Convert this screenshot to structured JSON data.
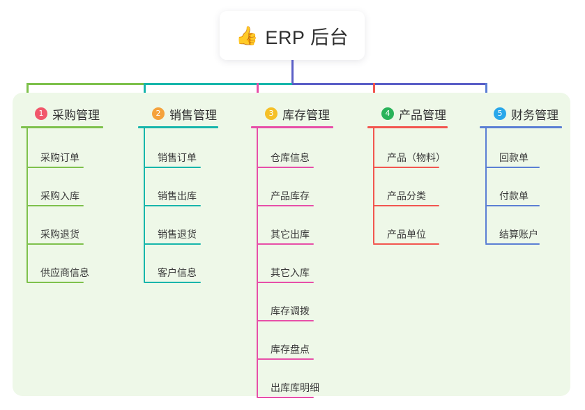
{
  "root": {
    "icon": "thumbs-up-icon",
    "icon_glyph": "👍",
    "title": "ERP 后台"
  },
  "theme": {
    "panel_bg": "#eef8e8",
    "page_bg": "#ffffff",
    "trunk": "#5b5fc7",
    "text": "#3a3a3a"
  },
  "columns": [
    {
      "number": "1",
      "title": "采购管理",
      "badge_color": "#f1576b",
      "line_color": "#7ec14c",
      "items": [
        "采购订单",
        "采购入库",
        "采购退货",
        "供应商信息"
      ]
    },
    {
      "number": "2",
      "title": "销售管理",
      "badge_color": "#f5a23c",
      "line_color": "#17b6ab",
      "items": [
        "销售订单",
        "销售出库",
        "销售退货",
        "客户信息"
      ]
    },
    {
      "number": "3",
      "title": "库存管理",
      "badge_color": "#f5c028",
      "line_color": "#e74fa8",
      "items": [
        "仓库信息",
        "产品库存",
        "其它出库",
        "其它入库",
        "库存调拨",
        "库存盘点",
        "出库库明细"
      ]
    },
    {
      "number": "4",
      "title": "产品管理",
      "badge_color": "#2ab35a",
      "line_color": "#f2564f",
      "items": [
        "产品（物料）",
        "产品分类",
        "产品单位"
      ]
    },
    {
      "number": "5",
      "title": "财务管理",
      "badge_color": "#29a7ea",
      "line_color": "#5b7fd4",
      "items": [
        "回款单",
        "付款单",
        "结算账户"
      ]
    }
  ]
}
